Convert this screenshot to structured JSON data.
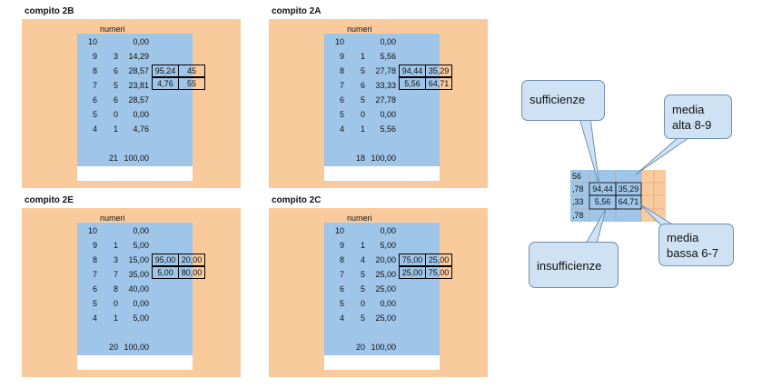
{
  "panels": [
    {
      "title": "compito 2B",
      "header": "numeri",
      "rows": [
        {
          "num": "10",
          "count": "",
          "pct": "0,00"
        },
        {
          "num": "9",
          "count": "3",
          "pct": "14,29"
        },
        {
          "num": "8",
          "count": "6",
          "pct": "28,57"
        },
        {
          "num": "7",
          "count": "5",
          "pct": "23,81"
        },
        {
          "num": "6",
          "count": "6",
          "pct": "28,57"
        },
        {
          "num": "5",
          "count": "0",
          "pct": "0,00"
        },
        {
          "num": "4",
          "count": "1",
          "pct": "4,76"
        }
      ],
      "boxes": [
        "95,24",
        "45",
        "4,76",
        "55"
      ],
      "total_count": "21",
      "total_pct": "100,00"
    },
    {
      "title": "compito 2A",
      "header": "numeri",
      "rows": [
        {
          "num": "10",
          "count": "",
          "pct": "0,00"
        },
        {
          "num": "9",
          "count": "1",
          "pct": "5,56"
        },
        {
          "num": "8",
          "count": "5",
          "pct": "27,78"
        },
        {
          "num": "7",
          "count": "6",
          "pct": "33,33"
        },
        {
          "num": "6",
          "count": "5",
          "pct": "27,78"
        },
        {
          "num": "5",
          "count": "0",
          "pct": "0,00"
        },
        {
          "num": "4",
          "count": "1",
          "pct": "5,56"
        }
      ],
      "boxes": [
        "94,44",
        "35,29",
        "5,56",
        "64,71"
      ],
      "total_count": "18",
      "total_pct": "100,00"
    },
    {
      "title": "compito 2E",
      "header": "numeri",
      "rows": [
        {
          "num": "10",
          "count": "",
          "pct": "0,00"
        },
        {
          "num": "9",
          "count": "1",
          "pct": "5,00"
        },
        {
          "num": "8",
          "count": "3",
          "pct": "15,00"
        },
        {
          "num": "7",
          "count": "7",
          "pct": "35,00"
        },
        {
          "num": "6",
          "count": "8",
          "pct": "40,00"
        },
        {
          "num": "5",
          "count": "0",
          "pct": "0,00"
        },
        {
          "num": "4",
          "count": "1",
          "pct": "5,00"
        }
      ],
      "boxes": [
        "95,00",
        "20,00",
        "5,00",
        "80,00"
      ],
      "total_count": "20",
      "total_pct": "100,00"
    },
    {
      "title": "compito 2C",
      "header": "numeri",
      "rows": [
        {
          "num": "10",
          "count": "",
          "pct": "0,00"
        },
        {
          "num": "9",
          "count": "1",
          "pct": "5,00"
        },
        {
          "num": "8",
          "count": "4",
          "pct": "20,00"
        },
        {
          "num": "7",
          "count": "5",
          "pct": "25,00"
        },
        {
          "num": "6",
          "count": "5",
          "pct": "25,00"
        },
        {
          "num": "5",
          "count": "0",
          "pct": "0,00"
        },
        {
          "num": "4",
          "count": "5",
          "pct": "25,00"
        }
      ],
      "boxes": [
        "75,00",
        "25,00",
        "25,00",
        "75,00"
      ],
      "total_count": "20",
      "total_pct": "100,00"
    }
  ],
  "zoom": {
    "left_col": [
      "56",
      ",78",
      ",33",
      ",78"
    ],
    "boxes": [
      "94,44",
      "35,29",
      "5,56",
      "64,71"
    ]
  },
  "callouts": {
    "sufficienze": "sufficienze",
    "media_alta_1": "media",
    "media_alta_2": "alta 8-9",
    "media_bassa_1": "media",
    "media_bassa_2": "bassa 6-7",
    "insufficienze": "insufficienze"
  },
  "colors": {
    "panel": "#f9cb9c",
    "table": "#9fc5e8",
    "callout": "#cfe2f3"
  }
}
